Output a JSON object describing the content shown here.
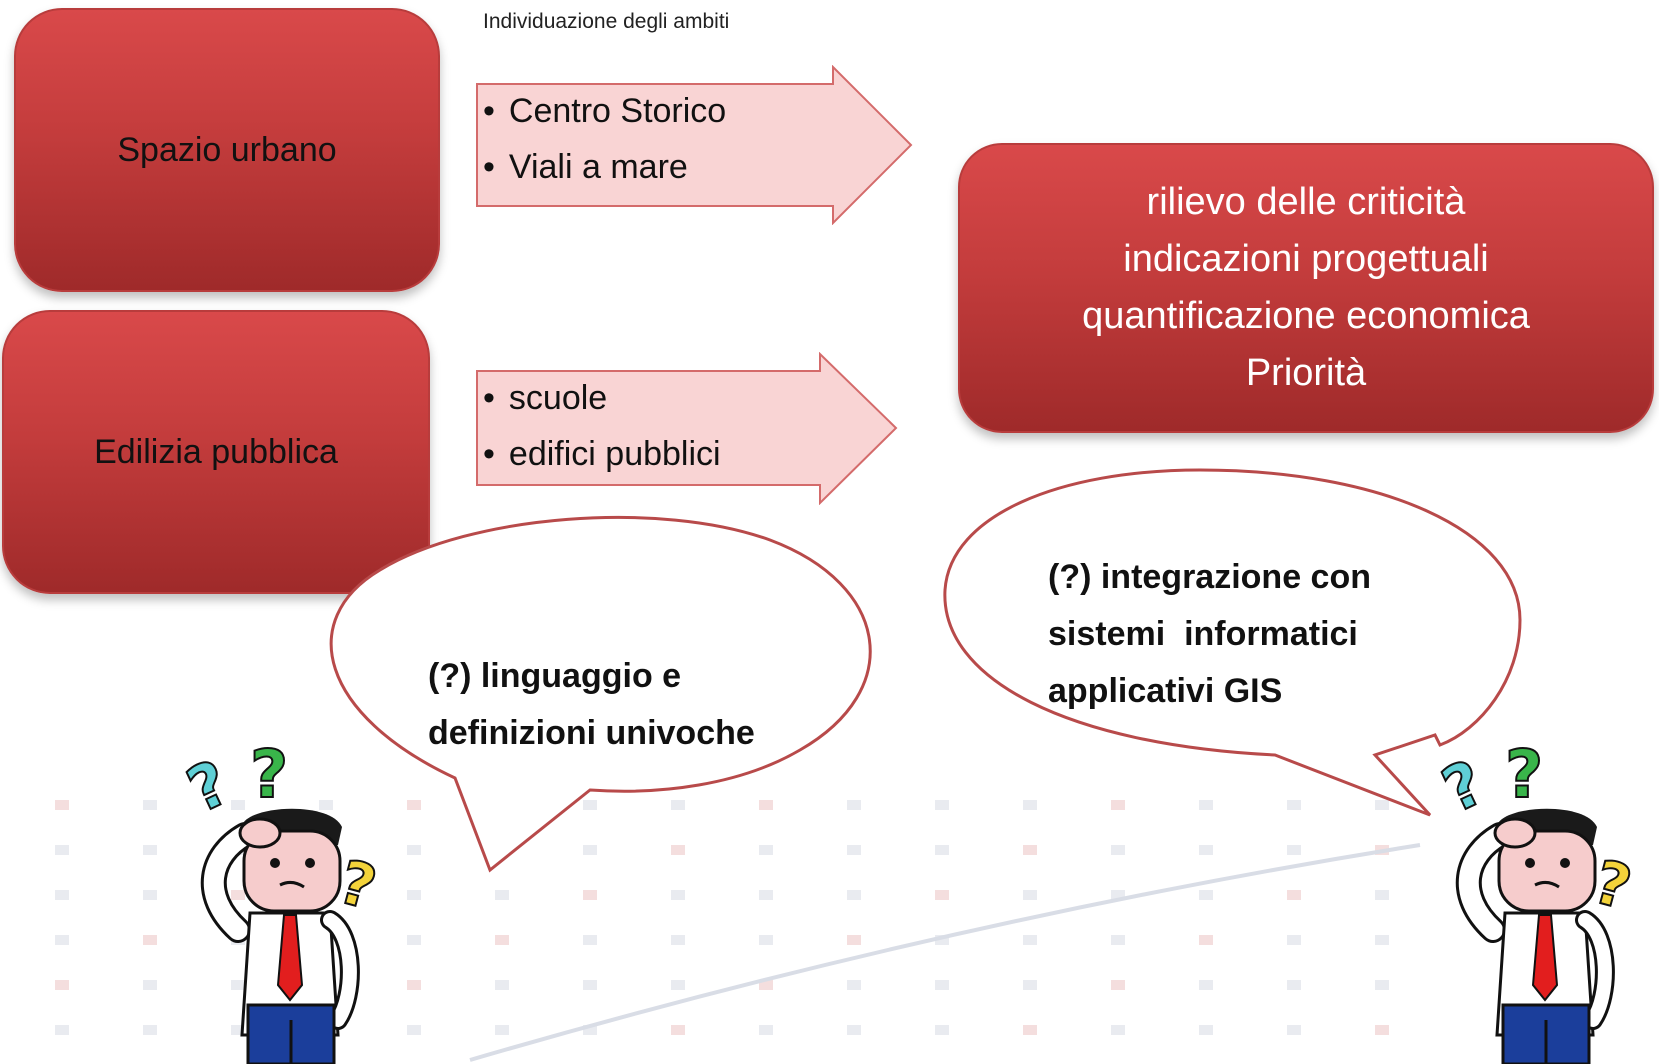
{
  "caption": "Individuazione degli ambiti",
  "boxes": {
    "spazio": "Spazio urbano",
    "edilizia": "Edilizia pubblica"
  },
  "arrow1_items": [
    "Centro Storico",
    "Viali a mare"
  ],
  "arrow2_items": [
    "scuole",
    "edifici pubblici"
  ],
  "result": {
    "lines": [
      "rilievo delle criticità",
      "indicazioni progettuali",
      "quantificazione economica",
      "Priorità"
    ]
  },
  "bubble_left": {
    "lines": [
      "(?) linguaggio e",
      "definizioni univoche"
    ]
  },
  "bubble_right": {
    "lines": [
      "(?) integrazione con",
      "sistemi  informatici",
      "applicativi GIS"
    ]
  },
  "colors": {
    "box_red": "#c33c3c",
    "arrow_fill": "#f9d4d4",
    "bubble_stroke": "#b84a4a",
    "question_cyan": "#5fd0d6",
    "question_green": "#39b54a",
    "question_yellow": "#f3d33a",
    "tie_red": "#e21e1e",
    "trousers_blue": "#1b3e9b"
  }
}
